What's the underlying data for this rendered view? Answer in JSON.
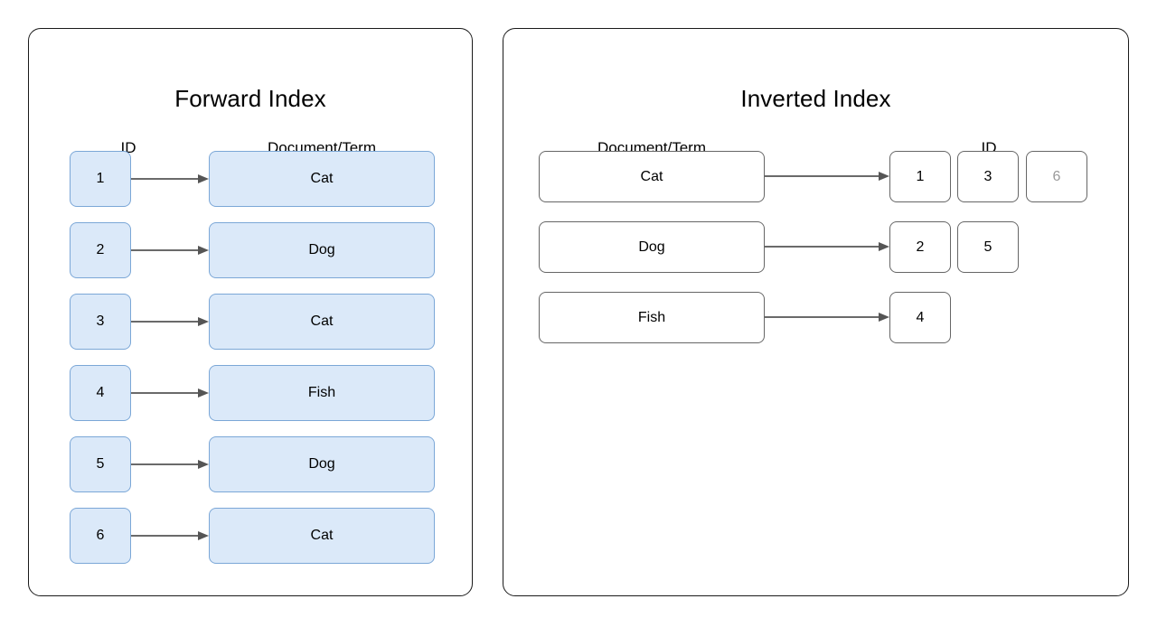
{
  "page": {
    "background": "#ffffff",
    "accent_blue_fill": "#dbe9f9",
    "accent_blue_border": "#7ba7d7",
    "plain_border": "#666666",
    "arrow_color": "#555555",
    "muted_text": "#9a9a9a"
  },
  "forward_panel": {
    "title": "Forward Index",
    "headers": {
      "left": "ID",
      "right": "Document/Term"
    },
    "rows": [
      {
        "id": "1",
        "term": "Cat",
        "arrow": "arrow-right-icon"
      },
      {
        "id": "2",
        "term": "Dog",
        "arrow": "arrow-right-icon"
      },
      {
        "id": "3",
        "term": "Cat",
        "arrow": "arrow-right-icon"
      },
      {
        "id": "4",
        "term": "Fish",
        "arrow": "arrow-right-icon"
      },
      {
        "id": "5",
        "term": "Dog",
        "arrow": "arrow-right-icon"
      },
      {
        "id": "6",
        "term": "Cat",
        "arrow": "arrow-right-icon"
      }
    ]
  },
  "inverted_panel": {
    "title": "Inverted Index",
    "headers": {
      "left": "Document/Term",
      "right": "ID"
    },
    "rows": [
      {
        "term": "Cat",
        "arrow": "arrow-right-icon",
        "ids": [
          "1",
          "3",
          "6"
        ]
      },
      {
        "term": "Dog",
        "arrow": "arrow-right-icon",
        "ids": [
          "2",
          "5"
        ]
      },
      {
        "term": "Fish",
        "arrow": "arrow-right-icon",
        "ids": [
          "4"
        ]
      }
    ]
  }
}
